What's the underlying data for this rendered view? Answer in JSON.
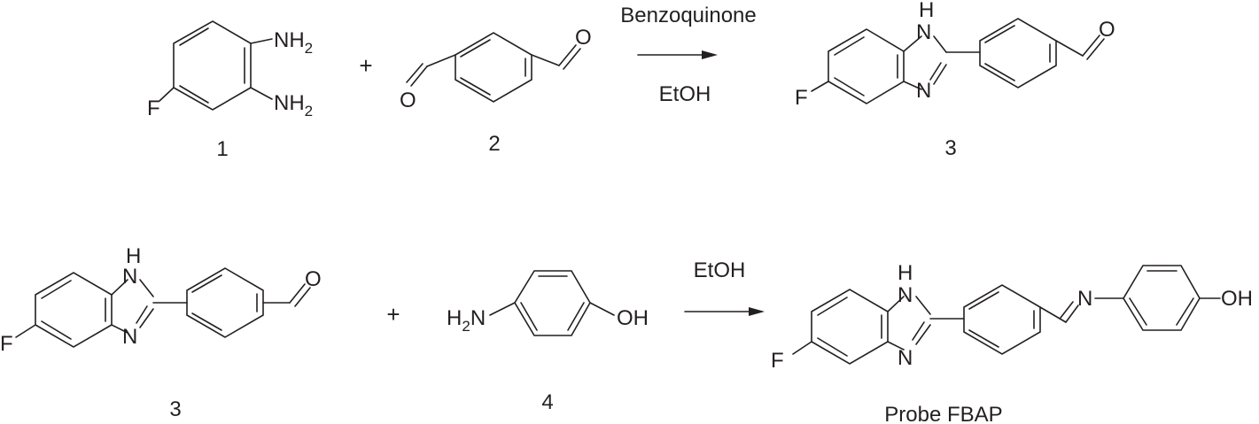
{
  "atoms": {
    "nh2": "NH",
    "nh2_sub": "2",
    "f": "F",
    "o": "O",
    "h": "H",
    "n": "N",
    "oh": "OH",
    "h2n_h": "H",
    "h2n_sub": "2",
    "h2n_n": "N"
  },
  "compounds": {
    "c1": "1",
    "c2": "2",
    "c3": "3",
    "c4": "4",
    "probe": "Probe FBAP"
  },
  "reaction1": {
    "reagent": "Benzoquinone",
    "solvent": "EtOH",
    "plus": "+"
  },
  "reaction2": {
    "solvent": "EtOH",
    "plus": "+"
  }
}
